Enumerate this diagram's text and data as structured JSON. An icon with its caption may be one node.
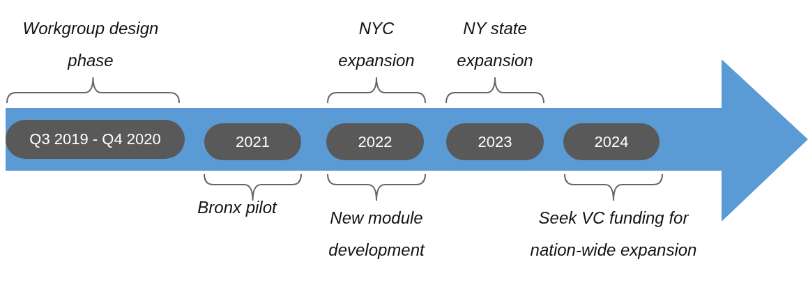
{
  "diagram": {
    "nodes": [
      {
        "text": [],
        "shape": "arrow"
      },
      {
        "text": [
          "Q3 2019 - Q4 2020"
        ],
        "in": 0,
        "beside": [
          "Workgroup design phase"
        ]
      },
      {
        "text": [
          "2021"
        ],
        "in": 0,
        "beside": [
          "Bronx pilot"
        ]
      },
      {
        "text": [
          "2022"
        ],
        "in": 0,
        "beside": [
          "NYC expansion",
          "New module development"
        ]
      },
      {
        "text": [
          "2023"
        ],
        "in": 0,
        "beside": [
          "NY state expansion"
        ]
      },
      {
        "text": [
          "2024"
        ],
        "in": 0,
        "beside": [
          "Seek VC funding for nation-wide expansion"
        ]
      }
    ],
    "edges": []
  }
}
